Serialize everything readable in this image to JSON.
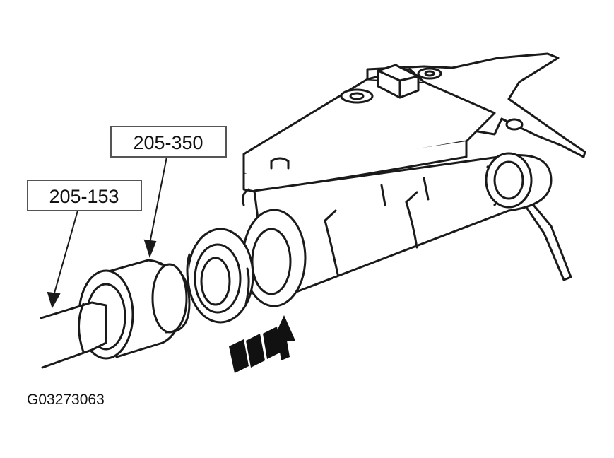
{
  "callouts": [
    {
      "id": "tool-205-350",
      "text": "205-350"
    },
    {
      "id": "tool-205-153",
      "text": "205-153"
    }
  ],
  "figure_number": "G03273063",
  "colors": {
    "line": "#1a1a1a",
    "fill": "#ffffff",
    "box_border": "#555555"
  }
}
